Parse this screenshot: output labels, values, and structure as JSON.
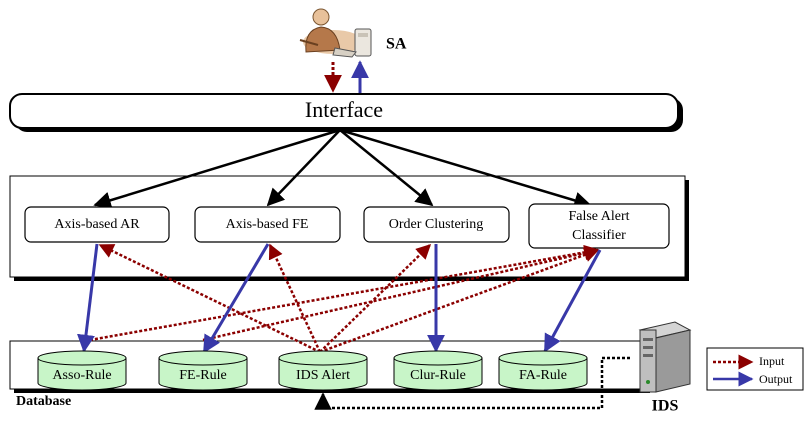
{
  "actor_label": "SA",
  "interface_label": "Interface",
  "modules": [
    {
      "lines": [
        "Axis-based AR"
      ]
    },
    {
      "lines": [
        "Axis-based FE"
      ]
    },
    {
      "lines": [
        "Order Clustering"
      ]
    },
    {
      "lines": [
        "False Alert",
        "Classifier"
      ]
    }
  ],
  "databases": [
    "Asso-Rule",
    "FE-Rule",
    "IDS Alert",
    "Clur-Rule",
    "FA-Rule"
  ],
  "database_label": "Database",
  "ids_label": "IDS",
  "legend": {
    "input": "Input",
    "output": "Output"
  },
  "colors": {
    "input_arrow": "#8b0000",
    "output_arrow": "#3838a8",
    "cylinder_fill": "#c8f5c8",
    "control_arrow": "#000000"
  },
  "icons": {
    "actor": "person-at-computer-icon",
    "ids": "server-tower-icon"
  }
}
